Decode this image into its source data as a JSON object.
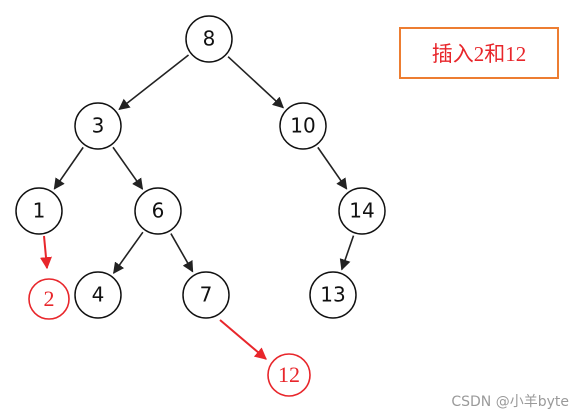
{
  "nodes": [
    {
      "id": "n8",
      "label": "8"
    },
    {
      "id": "n3",
      "label": "3"
    },
    {
      "id": "n10",
      "label": "10"
    },
    {
      "id": "n1",
      "label": "1"
    },
    {
      "id": "n6",
      "label": "6"
    },
    {
      "id": "n14",
      "label": "14"
    },
    {
      "id": "n4",
      "label": "4"
    },
    {
      "id": "n7",
      "label": "7"
    },
    {
      "id": "n13",
      "label": "13"
    }
  ],
  "edges": [
    {
      "from": "n8",
      "to": "n3"
    },
    {
      "from": "n8",
      "to": "n10"
    },
    {
      "from": "n3",
      "to": "n1"
    },
    {
      "from": "n3",
      "to": "n6"
    },
    {
      "from": "n10",
      "to": "n14"
    },
    {
      "from": "n6",
      "to": "n4"
    },
    {
      "from": "n6",
      "to": "n7"
    },
    {
      "from": "n14",
      "to": "n13"
    }
  ],
  "inserted_nodes": [
    {
      "id": "new2",
      "label": "2",
      "parent": "n1"
    },
    {
      "id": "new12",
      "label": "12",
      "parent": "n7"
    }
  ],
  "note": "插入2和12",
  "watermark": "CSDN @小羊byte",
  "colors": {
    "node_stroke": "#111111",
    "edge": "#222222",
    "insert": "#e8262b",
    "note_border": "#ed7d31"
  }
}
